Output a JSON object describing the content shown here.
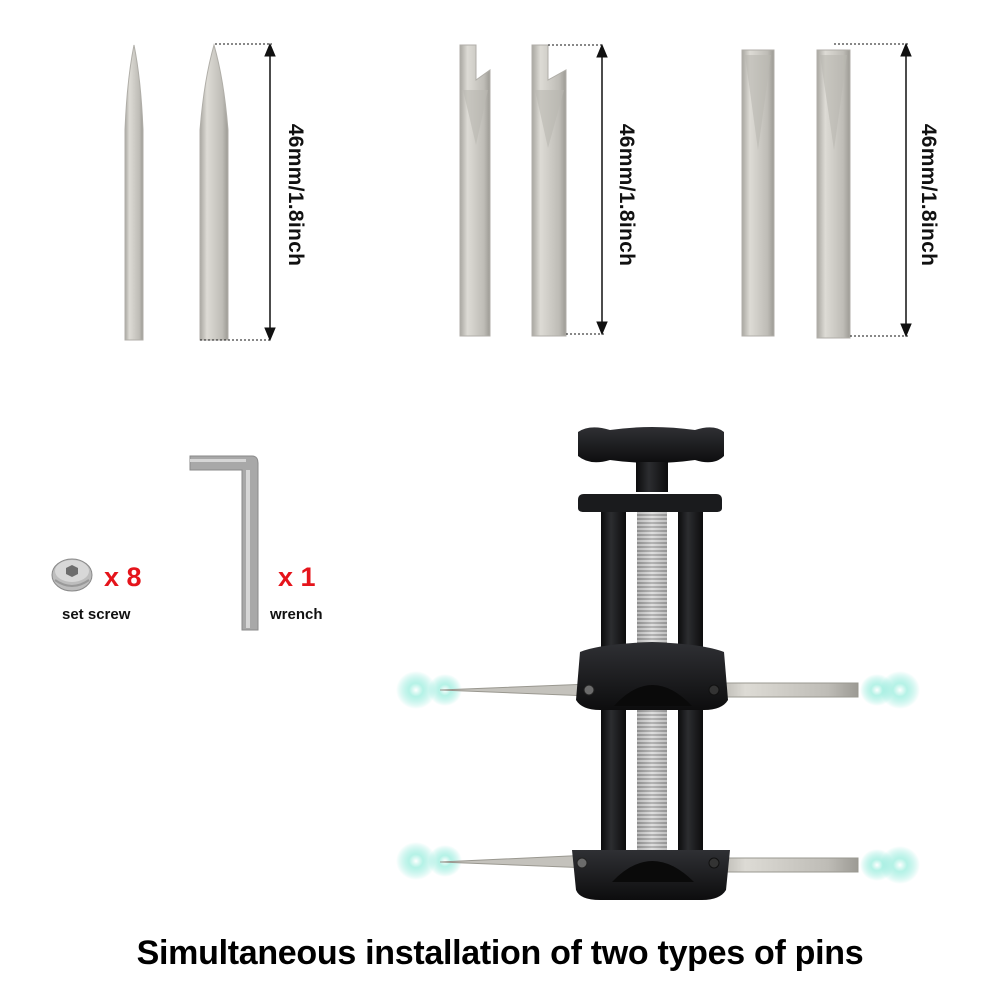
{
  "pins": {
    "group_conical": {
      "dimension_label": "46mm/1.8inch"
    },
    "group_notched": {
      "dimension_label": "46mm/1.8inch"
    },
    "group_flat": {
      "dimension_label": "46mm/1.8inch"
    }
  },
  "accessories": {
    "set_screw": {
      "quantity": "x 8",
      "label": "set screw"
    },
    "wrench": {
      "quantity": "x 1",
      "label": "wrench"
    }
  },
  "caption": "Simultaneous installation of two types of pins",
  "colors": {
    "metal": "#cfcdc7",
    "tool_body": "#17181a",
    "quantity_text": "#e5141b",
    "glow": "#7fe6d6"
  }
}
